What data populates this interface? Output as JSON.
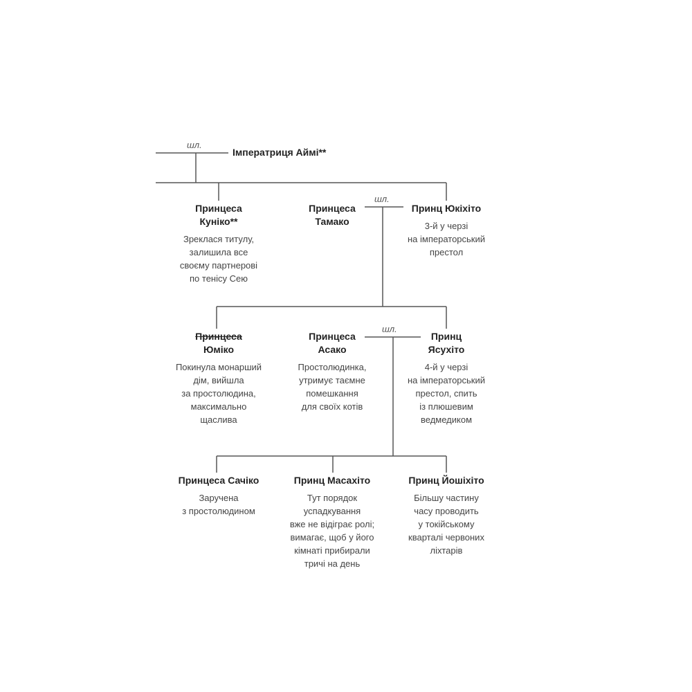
{
  "marriage_label": "шл.",
  "people": {
    "aimi": {
      "name": "Імператриця Аймі**"
    },
    "kuniko": {
      "name_line1": "Принцеса",
      "name_line2": "Куніко**",
      "desc": [
        "Зреклася титулу,",
        "залишила все",
        "своєму партнерові",
        "по тенісу Сею"
      ]
    },
    "tamako": {
      "name_line1": "Принцеса",
      "name_line2": "Тамако"
    },
    "yukihito": {
      "name": "Принц Юкіхіто",
      "desc": [
        "3-й у черзі",
        "на імператорський",
        "престол"
      ]
    },
    "yumiko": {
      "name_line1": "Принцеса",
      "name_line2": "Юміко",
      "desc": [
        "Покинула монарший",
        "дім, вийшла",
        "за простолюдина,",
        "максимально",
        "щаслива"
      ]
    },
    "asako": {
      "name_line1": "Принцеса",
      "name_line2": "Асако",
      "desc": [
        "Простолюдинка,",
        "утримує таємне",
        "помешкання",
        "для своїх котів"
      ]
    },
    "yasuhito": {
      "name_line1": "Принц",
      "name_line2": "Ясухіто",
      "desc": [
        "4-й у черзі",
        "на імператорський",
        "престол, спить",
        "із плюшевим",
        "ведмедиком"
      ]
    },
    "sachiko": {
      "name": "Принцеса Сачіко",
      "desc": [
        "Заручена",
        "з простолюдином"
      ]
    },
    "masahito": {
      "name": "Принц Масахіто",
      "desc": [
        "Тут порядок",
        "успадкування",
        "вже не відіграє ролі;",
        "вимагає, щоб у його",
        "кімнаті прибирали",
        "тричі на день"
      ]
    },
    "yoshihito": {
      "name": "Принц Йошіхіто",
      "desc": [
        "Більшу частину",
        "часу проводить",
        "у токійському",
        "кварталі червоних",
        "ліхтарів"
      ]
    }
  }
}
